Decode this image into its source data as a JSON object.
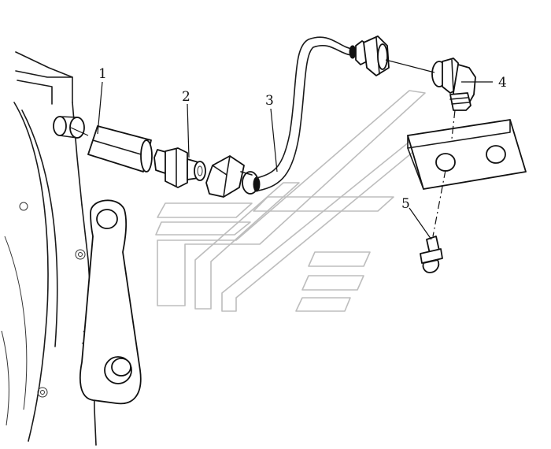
{
  "diagram": {
    "callouts": [
      {
        "id": "callout-1",
        "text": "1"
      },
      {
        "id": "callout-2",
        "text": "2"
      },
      {
        "id": "callout-3",
        "text": "3"
      },
      {
        "id": "callout-4",
        "text": "4"
      },
      {
        "id": "callout-5",
        "text": "5"
      }
    ],
    "colors": {
      "line": "#1a1a1a",
      "watermark": "#bdbdbd",
      "background": "#ffffff"
    }
  }
}
